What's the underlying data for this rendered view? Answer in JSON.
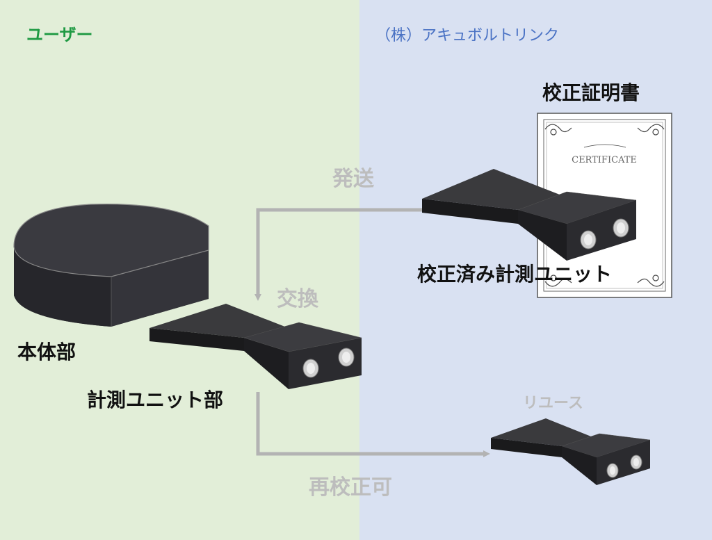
{
  "regions": {
    "user": "ユーザー",
    "vendor": "（株）アキュボルトリンク"
  },
  "labels": {
    "certificate": "校正証明書",
    "certificate_text": "CERTIFICATE",
    "ship": "発送",
    "exchange": "交換",
    "calibrated_unit": "校正済み計測ユニット",
    "main_body": "本体部",
    "measurement_unit": "計測ユニット部",
    "reuse": "リユース",
    "recalibration_ok": "再校正可"
  },
  "colors": {
    "user_bg": "#e2eed8",
    "vendor_bg": "#d9e1f2",
    "user_title": "#1f9a43",
    "vendor_title": "#4a72c4",
    "arrow": "#b3b3b3",
    "device": "#2f2f33"
  }
}
